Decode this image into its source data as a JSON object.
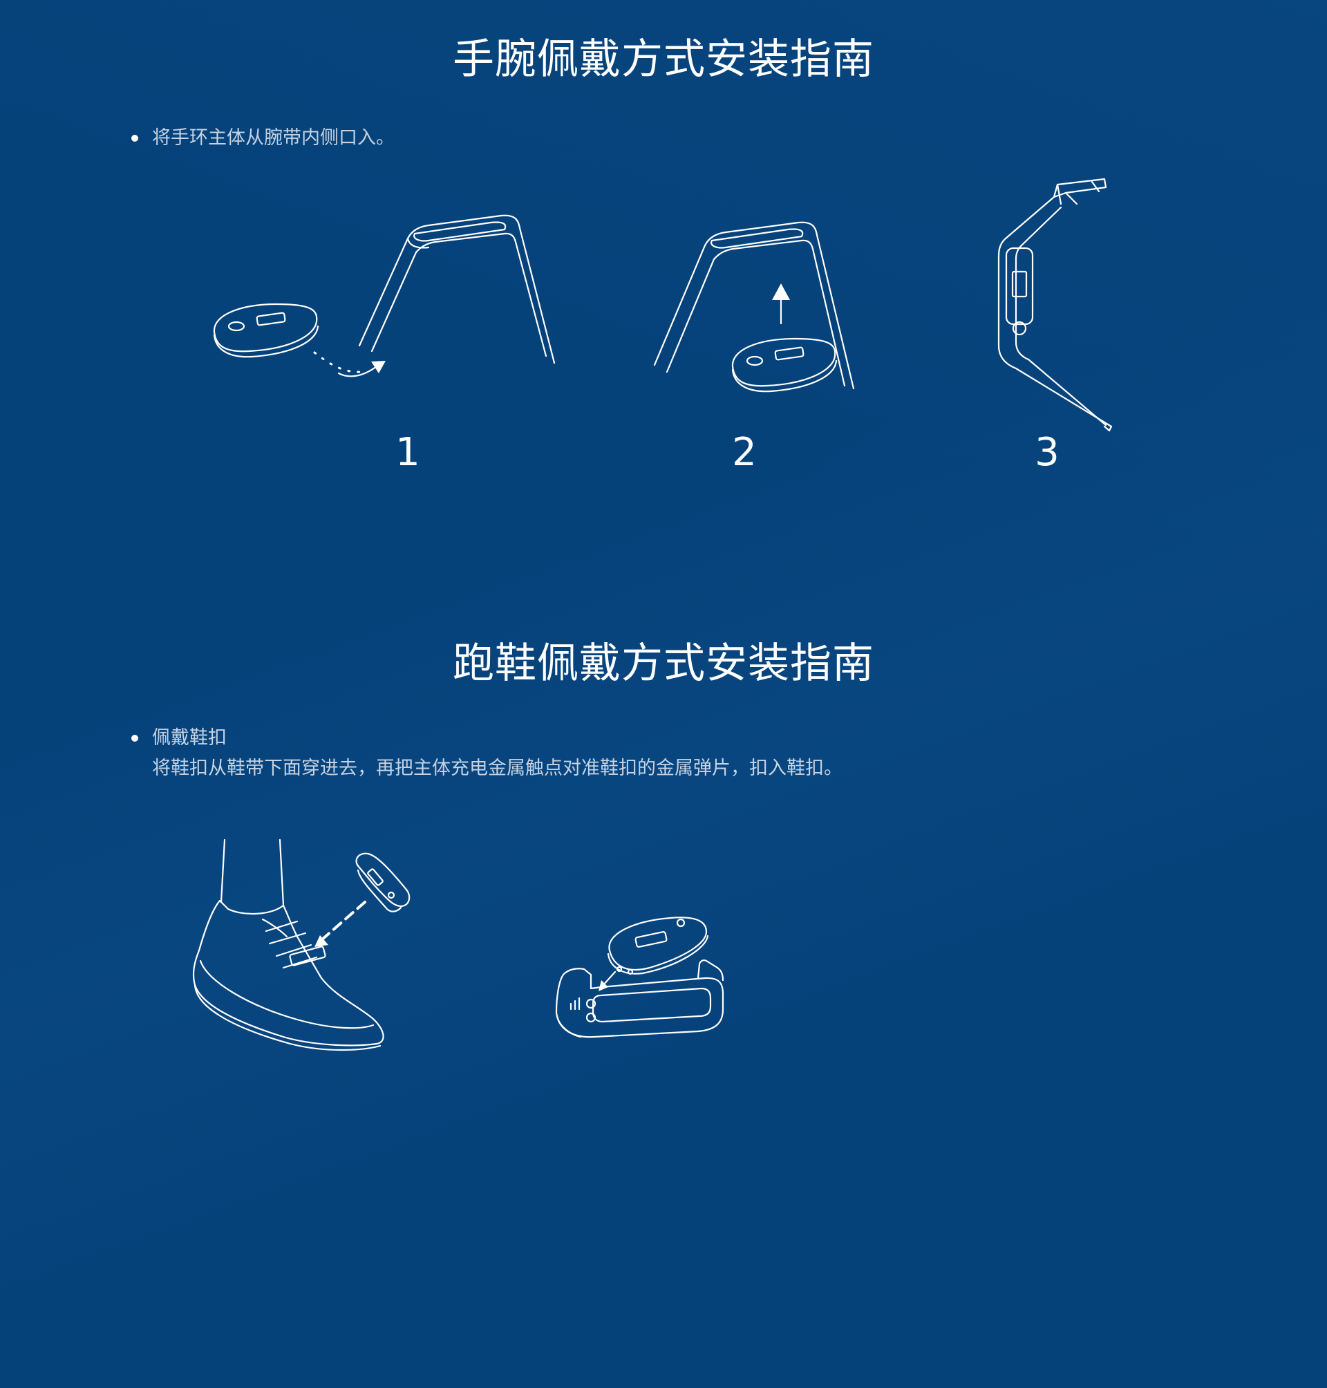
{
  "wrist_guide": {
    "title": "手腕佩戴方式安装指南",
    "bullet": "将手环主体从腕带内侧口入。",
    "steps": [
      "1",
      "2",
      "3"
    ]
  },
  "shoe_guide": {
    "title": "跑鞋佩戴方式安装指南",
    "bullet_title": "佩戴鞋扣",
    "bullet_text": "将鞋扣从鞋带下面穿进去，再把主体充电金属触点对准鞋扣的金属弹片，扣入鞋扣。"
  },
  "colors": {
    "background": "#06427a",
    "line_art": "#ffffff",
    "body_text": "#c5d3e4"
  },
  "icons": [
    "band-tracker-icon",
    "wristband-icon",
    "arrow-icon",
    "shoe-icon",
    "shoe-clip-icon"
  ]
}
